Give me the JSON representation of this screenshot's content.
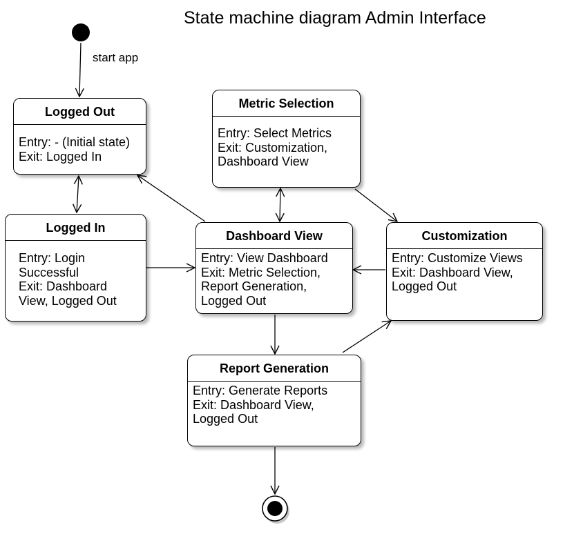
{
  "title": "State machine diagram Admin Interface",
  "initial_transition_label": [
    "start",
    "app"
  ],
  "states": {
    "logged_out": {
      "name": "Logged Out",
      "lines": [
        "Entry: - (Initial state)",
        "Exit: Logged In"
      ]
    },
    "logged_in": {
      "name": "Logged In",
      "lines": [
        "Entry: Login",
        "Successful",
        "Exit: Dashboard",
        "View, Logged Out"
      ]
    },
    "metric_selection": {
      "name": "Metric Selection",
      "lines": [
        "Entry: Select Metrics",
        "Exit: Customization,",
        "Dashboard View"
      ]
    },
    "dashboard_view": {
      "name": "Dashboard View",
      "lines": [
        "Entry: View Dashboard",
        "Exit: Metric Selection,",
        "Report Generation,",
        "Logged Out"
      ]
    },
    "customization": {
      "name": "Customization",
      "lines": [
        "Entry: Customize Views",
        "Exit: Dashboard View,",
        "Logged Out"
      ]
    },
    "report_generation": {
      "name": "Report Generation",
      "lines": [
        "Entry: Generate Reports",
        "Exit: Dashboard View,",
        "Logged Out"
      ]
    }
  }
}
